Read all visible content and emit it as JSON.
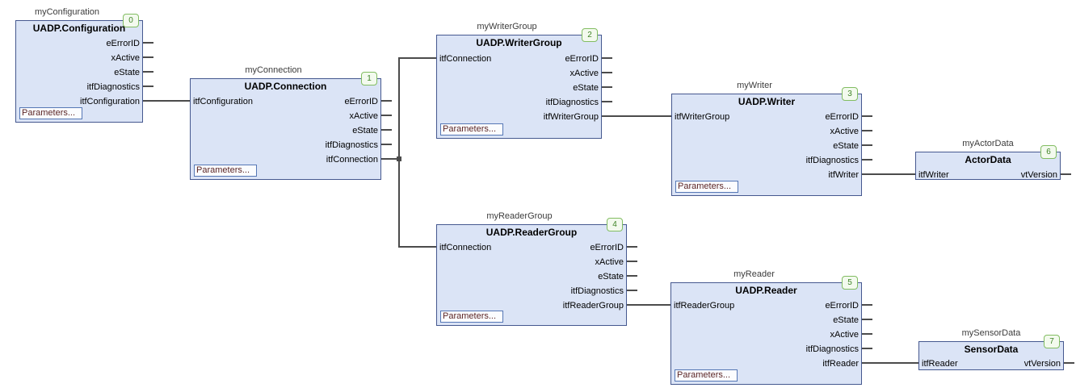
{
  "diagram": {
    "blocks": [
      {
        "instance": "myConfiguration",
        "type": "UADP.Configuration",
        "badge": "0",
        "inputs": [],
        "outputs": [
          "eErrorID",
          "xActive",
          "eState",
          "itfDiagnostics",
          "itfConfiguration"
        ],
        "params_label": "Parameters..."
      },
      {
        "instance": "myConnection",
        "type": "UADP.Connection",
        "badge": "1",
        "inputs": [
          "itfConfiguration"
        ],
        "outputs": [
          "eErrorID",
          "xActive",
          "eState",
          "itfDiagnostics",
          "itfConnection"
        ],
        "params_label": "Parameters..."
      },
      {
        "instance": "myWriterGroup",
        "type": "UADP.WriterGroup",
        "badge": "2",
        "inputs": [
          "itfConnection"
        ],
        "outputs": [
          "eErrorID",
          "xActive",
          "eState",
          "itfDiagnostics",
          "itfWriterGroup"
        ],
        "params_label": "Parameters..."
      },
      {
        "instance": "myWriter",
        "type": "UADP.Writer",
        "badge": "3",
        "inputs": [
          "itfWriterGroup"
        ],
        "outputs": [
          "eErrorID",
          "xActive",
          "eState",
          "itfDiagnostics",
          "itfWriter"
        ],
        "params_label": "Parameters..."
      },
      {
        "instance": "myActorData",
        "type": "ActorData",
        "badge": "6",
        "inputs": [
          "itfWriter"
        ],
        "outputs": [
          "vtVersion"
        ]
      },
      {
        "instance": "myReaderGroup",
        "type": "UADP.ReaderGroup",
        "badge": "4",
        "inputs": [
          "itfConnection"
        ],
        "outputs": [
          "eErrorID",
          "xActive",
          "eState",
          "itfDiagnostics",
          "itfReaderGroup"
        ],
        "params_label": "Parameters..."
      },
      {
        "instance": "myReader",
        "type": "UADP.Reader",
        "badge": "5",
        "inputs": [
          "itfReaderGroup"
        ],
        "outputs": [
          "eErrorID",
          "eState",
          "xActive",
          "itfDiagnostics",
          "itfReader"
        ],
        "params_label": "Parameters..."
      },
      {
        "instance": "mySensorData",
        "type": "SensorData",
        "badge": "7",
        "inputs": [
          "itfReader"
        ],
        "outputs": [
          "vtVersion"
        ]
      }
    ],
    "colors": {
      "block_fill": "#dbe4f6",
      "block_border": "#45588f",
      "badge_border": "#82bd62",
      "badge_fill": "#f3faee",
      "badge_text": "#3f8427",
      "params_border": "#5577b5",
      "params_fill": "#fbfcfe",
      "params_text": "#5c2626",
      "instance_text": "#3c3c3c",
      "wire": "#4b4b4b"
    }
  }
}
